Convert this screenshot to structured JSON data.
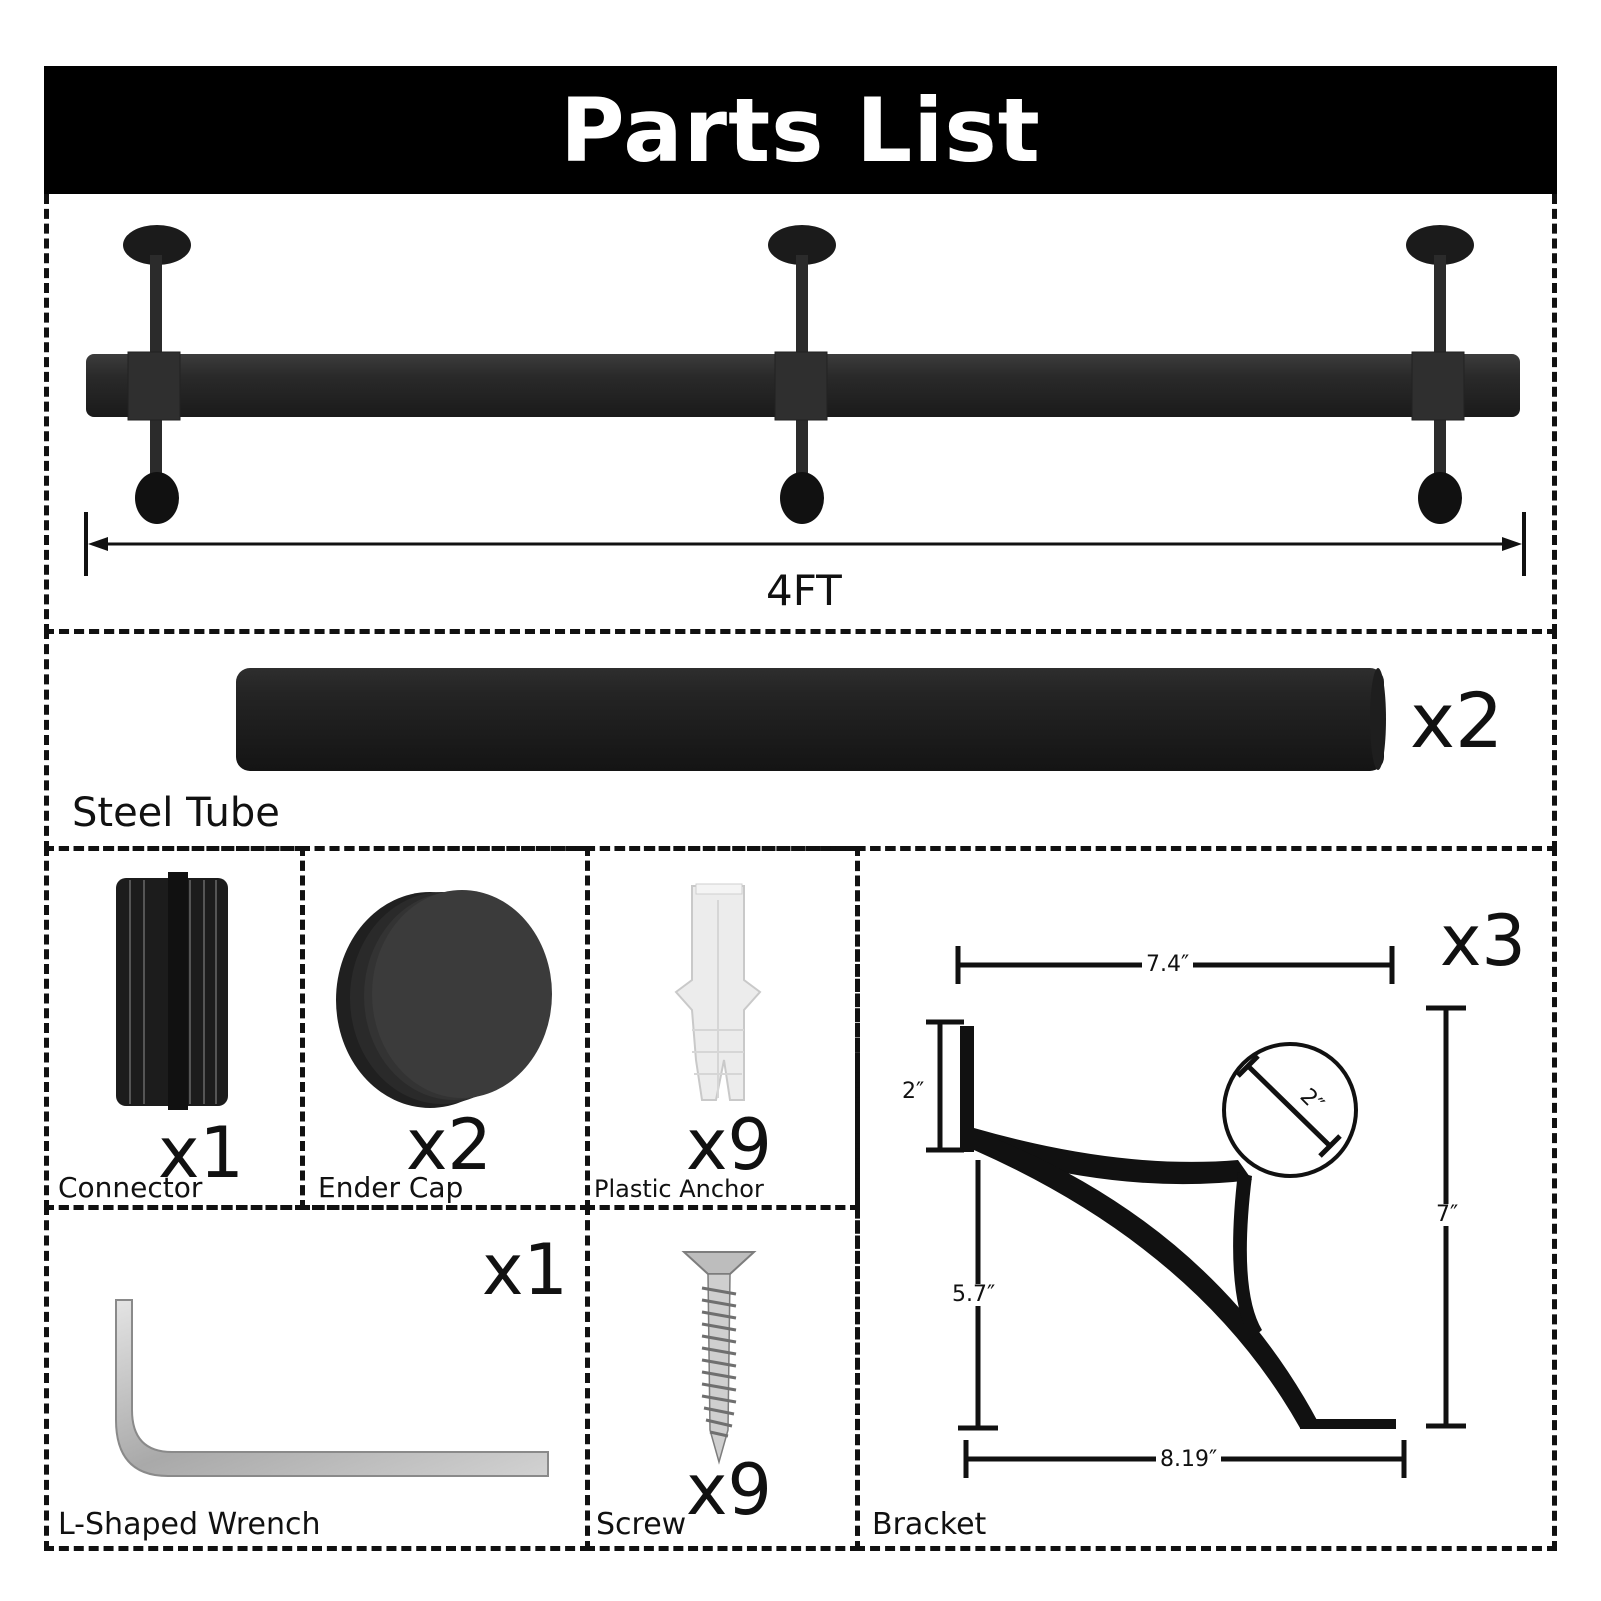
{
  "title": "Parts List",
  "assembly": {
    "length_label": "4FT"
  },
  "parts": {
    "steel_tube": {
      "label": "Steel Tube",
      "qty": "x2"
    },
    "connector": {
      "label": "Connector",
      "qty": "x1"
    },
    "end_cap": {
      "label": "Ender Cap",
      "qty": "x2"
    },
    "plastic_anchor": {
      "label": "Plastic Anchor",
      "qty": "x9"
    },
    "wrench": {
      "label": "L-Shaped Wrench",
      "qty": "x1"
    },
    "screw": {
      "label": "Screw",
      "qty": "x9"
    },
    "bracket": {
      "label": "Bracket",
      "qty": "x3",
      "dims": {
        "top_width": "7.4″",
        "plate_height": "2″",
        "ring_diameter": "2″",
        "total_height": "7″",
        "lower_height": "5.7″",
        "bottom_width": "8.19″"
      }
    }
  },
  "colors": {
    "black": "#000000",
    "metal_dark": "#2a2a2a",
    "anchor": "#e8e8e8",
    "steel": "#bfbfbf"
  }
}
